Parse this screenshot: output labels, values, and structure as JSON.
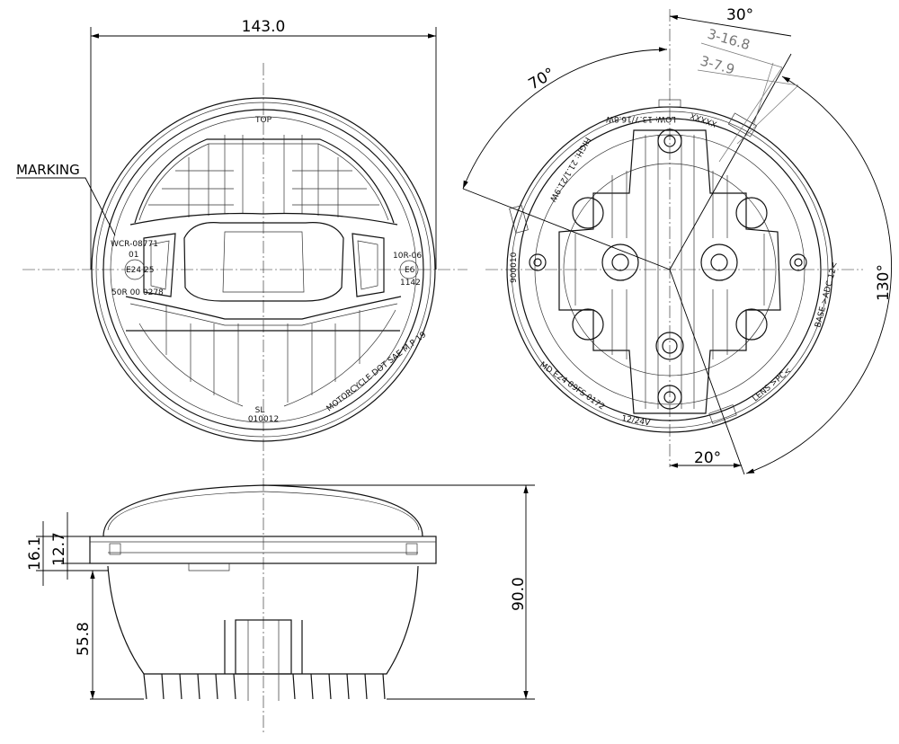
{
  "front_view": {
    "width_dim": "143.0",
    "top_label": "TOP",
    "marking_label": "MARKING",
    "markings_left": [
      "WCR-08771",
      "01",
      "E24 25",
      "50R 00 0278"
    ],
    "markings_right": [
      "10R-06",
      "E6",
      "1142"
    ],
    "bottom_mark_1": "SL",
    "bottom_mark_2": "010012",
    "arc_text": "MOTORCYCLE   DOT SAE M.P 19"
  },
  "rear_view": {
    "angle_top": "30°",
    "angle_left": "70°",
    "angle_right": "130°",
    "angle_bottom": "20°",
    "hole_spec_1": "3-16.8",
    "hole_spec_2": "3-7.9",
    "ring_texts": {
      "low": "LOW: 13.7/16.8W",
      "high": "HIGH: 21.1/21.9W",
      "code": "XXXXX",
      "serial": "900010",
      "base": "BASE  >ADC 12<",
      "lens": "LENS  >PC<",
      "md": "MD E24 09FS 0172",
      "voltage": "12/24V"
    }
  },
  "side_view": {
    "height_dim": "90.0",
    "body_dim": "55.8",
    "flange_dim_1": "16.1",
    "flange_dim_2": "12.7"
  }
}
